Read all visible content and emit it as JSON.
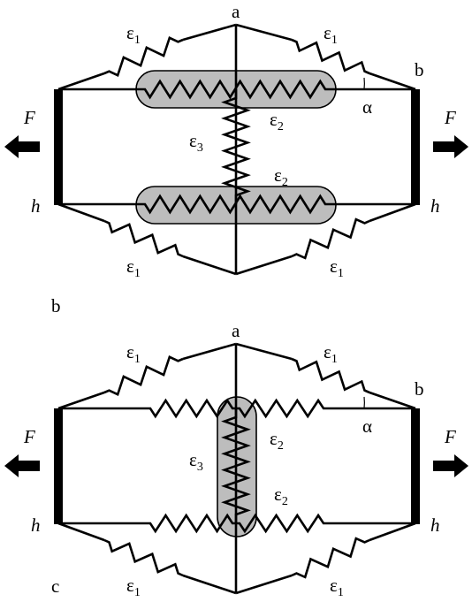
{
  "panels": [
    {
      "panel_label": "",
      "node_top": "a",
      "node_right": "b",
      "angle": "α",
      "force": "F",
      "hinge": "h",
      "spring_outer": "ε",
      "spring_outer_sub": "1",
      "spring_inner": "ε",
      "spring_inner_sub": "2",
      "spring_middle": "ε",
      "spring_middle_sub": "3"
    },
    {
      "panel_label": "b",
      "node_top": "a",
      "node_right": "b",
      "angle": "α",
      "force": "F",
      "hinge": "h",
      "spring_outer": "ε",
      "spring_outer_sub": "1",
      "spring_inner": "ε",
      "spring_inner_sub": "2",
      "spring_middle": "ε",
      "spring_middle_sub": "3"
    }
  ],
  "bottom_label": "c",
  "colors": {
    "line": "#000000",
    "highlight": "#bdbdbd",
    "background": "#ffffff"
  }
}
